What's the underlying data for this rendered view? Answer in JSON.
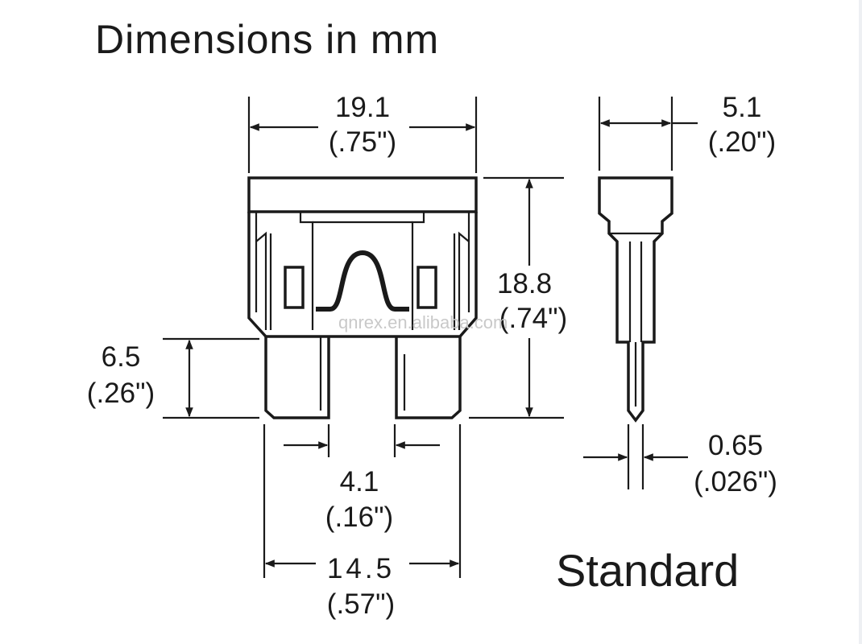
{
  "title": "Dimensions in mm",
  "label": "Standard",
  "watermark": "qnrex.en.alibaba.com",
  "dimensions": {
    "width_mm": "19.1",
    "width_in": "(.75\")",
    "thickness_mm": "5.1",
    "thickness_in": "(.20\")",
    "height_mm": "18.8",
    "height_in": "(.74\")",
    "blade_length_mm": "6.5",
    "blade_length_in": "(.26\")",
    "blade_width_mm": "4.1",
    "blade_width_in": "(.16\")",
    "blade_span_mm": "14.5",
    "blade_span_in": "(.57\")",
    "blade_thickness_mm": "0.65",
    "blade_thickness_in": "(.026\")"
  },
  "colors": {
    "line": "#1a1a1a",
    "background": "#ffffff",
    "watermark": "#c9c9c9"
  }
}
